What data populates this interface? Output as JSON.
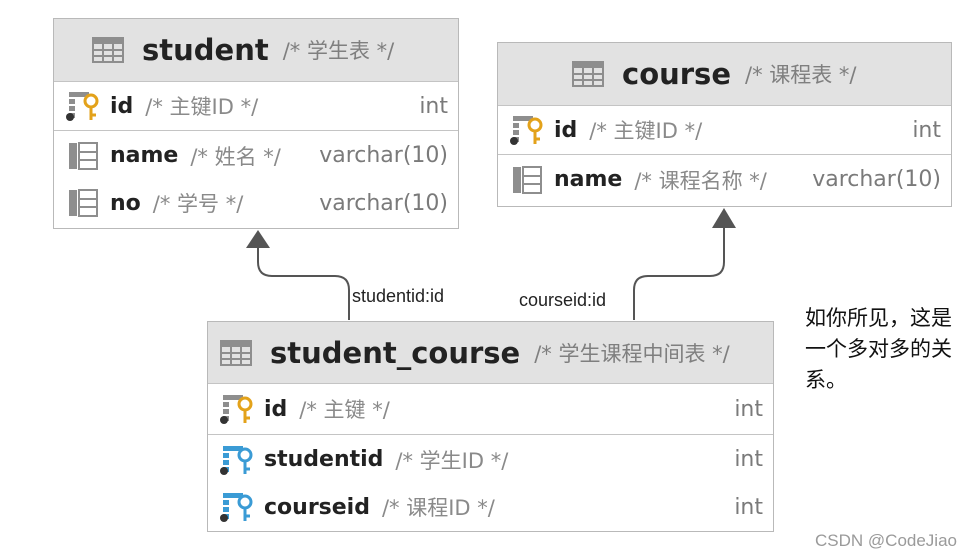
{
  "tables": {
    "student": {
      "name": "student",
      "comment": "/* 学生表 */",
      "columns": [
        {
          "name": "id",
          "comment": "/* 主键ID */",
          "type": "int",
          "icon": "primary-key-icon"
        },
        {
          "name": "name",
          "comment": "/* 姓名 */",
          "type": "varchar(10)",
          "icon": "column-icon"
        },
        {
          "name": "no",
          "comment": "/* 学号 */",
          "type": "varchar(10)",
          "icon": "column-icon"
        }
      ]
    },
    "course": {
      "name": "course",
      "comment": "/* 课程表 */",
      "columns": [
        {
          "name": "id",
          "comment": "/* 主键ID */",
          "type": "int",
          "icon": "primary-key-icon"
        },
        {
          "name": "name",
          "comment": "/* 课程名称 */",
          "type": "varchar(10)",
          "icon": "column-icon"
        }
      ]
    },
    "student_course": {
      "name": "student_course",
      "comment": "/* 学生课程中间表 */",
      "columns": [
        {
          "name": "id",
          "comment": "/* 主键 */",
          "type": "int",
          "icon": "primary-key-icon"
        },
        {
          "name": "studentid",
          "comment": "/* 学生ID */",
          "type": "int",
          "icon": "foreign-key-icon"
        },
        {
          "name": "courseid",
          "comment": "/* 课程ID */",
          "type": "int",
          "icon": "foreign-key-icon"
        }
      ]
    }
  },
  "connectors": {
    "student": "studentid:id",
    "course": "courseid:id"
  },
  "note": "如你所见，这是一个多对多的关系。",
  "watermark": "CSDN @CodeJiao",
  "colors": {
    "header_bg": "#e2e2e2",
    "border": "#b9b9b9",
    "key_gold": "#e3a21a",
    "fk_blue": "#3a9bd5",
    "icon_gray": "#8e8e8e",
    "line": "#555555"
  }
}
